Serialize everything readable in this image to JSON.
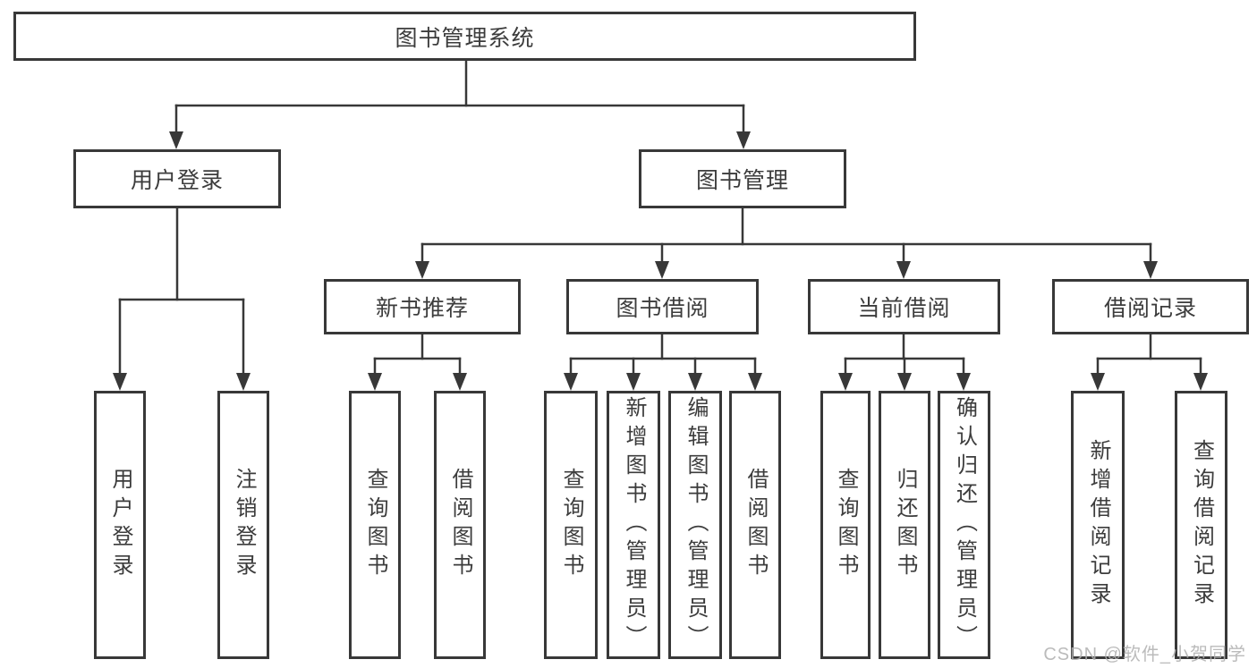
{
  "tree": {
    "root": "图书管理系统",
    "branches": [
      {
        "label": "用户登录",
        "children": [
          "用户登录",
          "注销登录"
        ]
      },
      {
        "label": "图书管理",
        "children": [
          {
            "label": "新书推荐",
            "children": [
              "查询图书",
              "借阅图书"
            ]
          },
          {
            "label": "图书借阅",
            "children": [
              "查询图书",
              "新增图书（管理员）",
              "编辑图书（管理员）",
              "借阅图书"
            ]
          },
          {
            "label": "当前借阅",
            "children": [
              "查询图书",
              "归还图书",
              "确认归还（管理员）"
            ]
          },
          {
            "label": "借阅记录",
            "children": [
              "新增借阅记录",
              "查询借阅记录"
            ]
          }
        ]
      }
    ]
  },
  "watermark": "CSDN @软件_小贺同学",
  "colors": {
    "line": "#383838",
    "text": "#3c3c3c",
    "watermark": "#b0b0b0",
    "background": "#ffffff"
  }
}
